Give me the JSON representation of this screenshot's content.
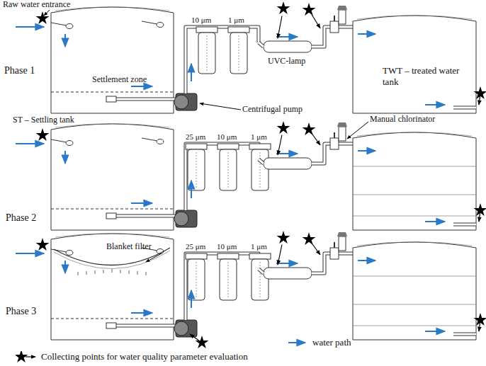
{
  "diagram": {
    "nodes": [
      {
        "text": [
          "TWT – treated water tank"
        ]
      }
    ],
    "labels": [
      "Raw water entrance",
      "Phase 1",
      "10 μm",
      "1 μm",
      "UVC-lamp",
      "Settlement zone",
      "Centrifugal pump",
      "ST – Settling tank",
      "Manual chlorinator",
      "Phase 2",
      "25 μm",
      "10 μm",
      "1 μm",
      "Blanket filter",
      "Phase 3",
      "25 μm",
      "10 μm",
      "1 μm"
    ],
    "legend": [
      {
        "text": "water path"
      },
      {
        "text": "Collecting points for water quality parameter evaluation"
      }
    ]
  }
}
